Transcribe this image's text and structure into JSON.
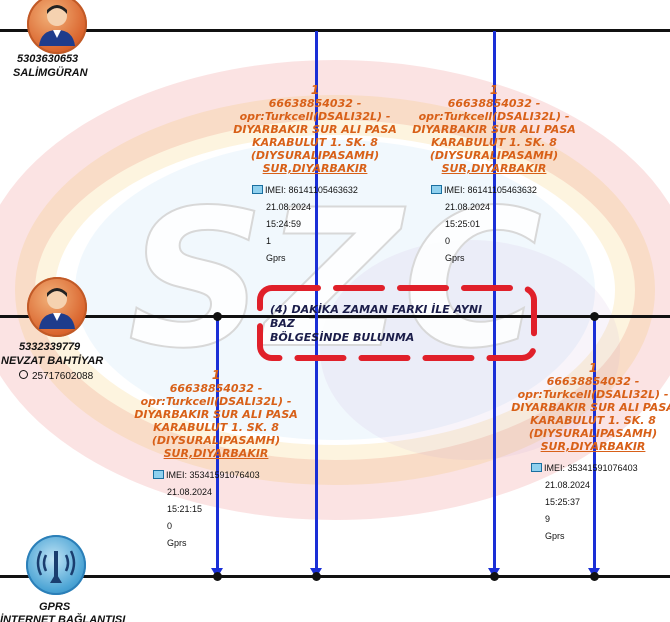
{
  "watermark": {
    "text": "SZC",
    "colors": [
      "#e12a2a",
      "#f2b21a",
      "#8bc9ee",
      "#c9a2d4"
    ]
  },
  "persons": [
    {
      "phone": "5303630653",
      "name": "SALİMGÜRAN"
    },
    {
      "phone": "5332339779",
      "name": "NEVZAT BAHTİYAR",
      "id": "25717602088"
    }
  ],
  "gprs": {
    "label": "GPRS",
    "label2": "İNTERNET BAĞLANTISI"
  },
  "records": [
    {
      "count": "1",
      "lines": [
        "66638854032 -",
        "opr:Turkcell(DSALI32L) -",
        "DIYARBAKIR SUR ALI PASA",
        "KARABULUT 1. SK. 8",
        "(DIYSURALIPASAMH)"
      ],
      "city": "SUR,DIYARBAKIR",
      "imei": "IMEI: 86141105463632",
      "date": "21.08.2024",
      "time": "15:24:59",
      "value": "1",
      "type": "Gprs"
    },
    {
      "count": "1",
      "lines": [
        "66638854032 -",
        "opr:Turkcell(DSALI32L) -",
        "DIYARBAKIR SUR ALI PASA",
        "KARABULUT 1. SK. 8",
        "(DIYSURALIPASAMH)"
      ],
      "city": "SUR,DIYARBAKIR",
      "imei": "IMEI: 86141105463632",
      "date": "21.08.2024",
      "time": "15:25:01",
      "value": "0",
      "type": "Gprs"
    },
    {
      "count": "1",
      "lines": [
        "66638854032 -",
        "opr:Turkcell(DSALI32L) -",
        "DIYARBAKIR SUR ALI PASA",
        "KARABULUT 1. SK. 8",
        "(DIYSURALIPASAMH)"
      ],
      "city": "SUR,DIYARBAKIR",
      "imei": "IMEI: 35341591076403",
      "date": "21.08.2024",
      "time": "15:21:15",
      "value": "0",
      "type": "Gprs"
    },
    {
      "count": "1",
      "lines": [
        "66638854032 -",
        "opr:Turkcell(DSALI32L) -",
        "DIYARBAKIR SUR ALI PASA",
        "KARABULUT 1. SK. 8",
        "(DIYSURALIPASAMH)"
      ],
      "city": "SUR,DIYARBAKIR",
      "imei": "IMEI: 35341591076403",
      "date": "21.08.2024",
      "time": "15:25:37",
      "value": "9",
      "type": "Gprs"
    }
  ],
  "annotation": {
    "line1": "(4) DAKİKA ZAMAN FARKI İLE AYNI",
    "line2": "BAZ",
    "line3": "BÖLGESİNDE BULUNMA",
    "border_color": "#e0202a"
  }
}
